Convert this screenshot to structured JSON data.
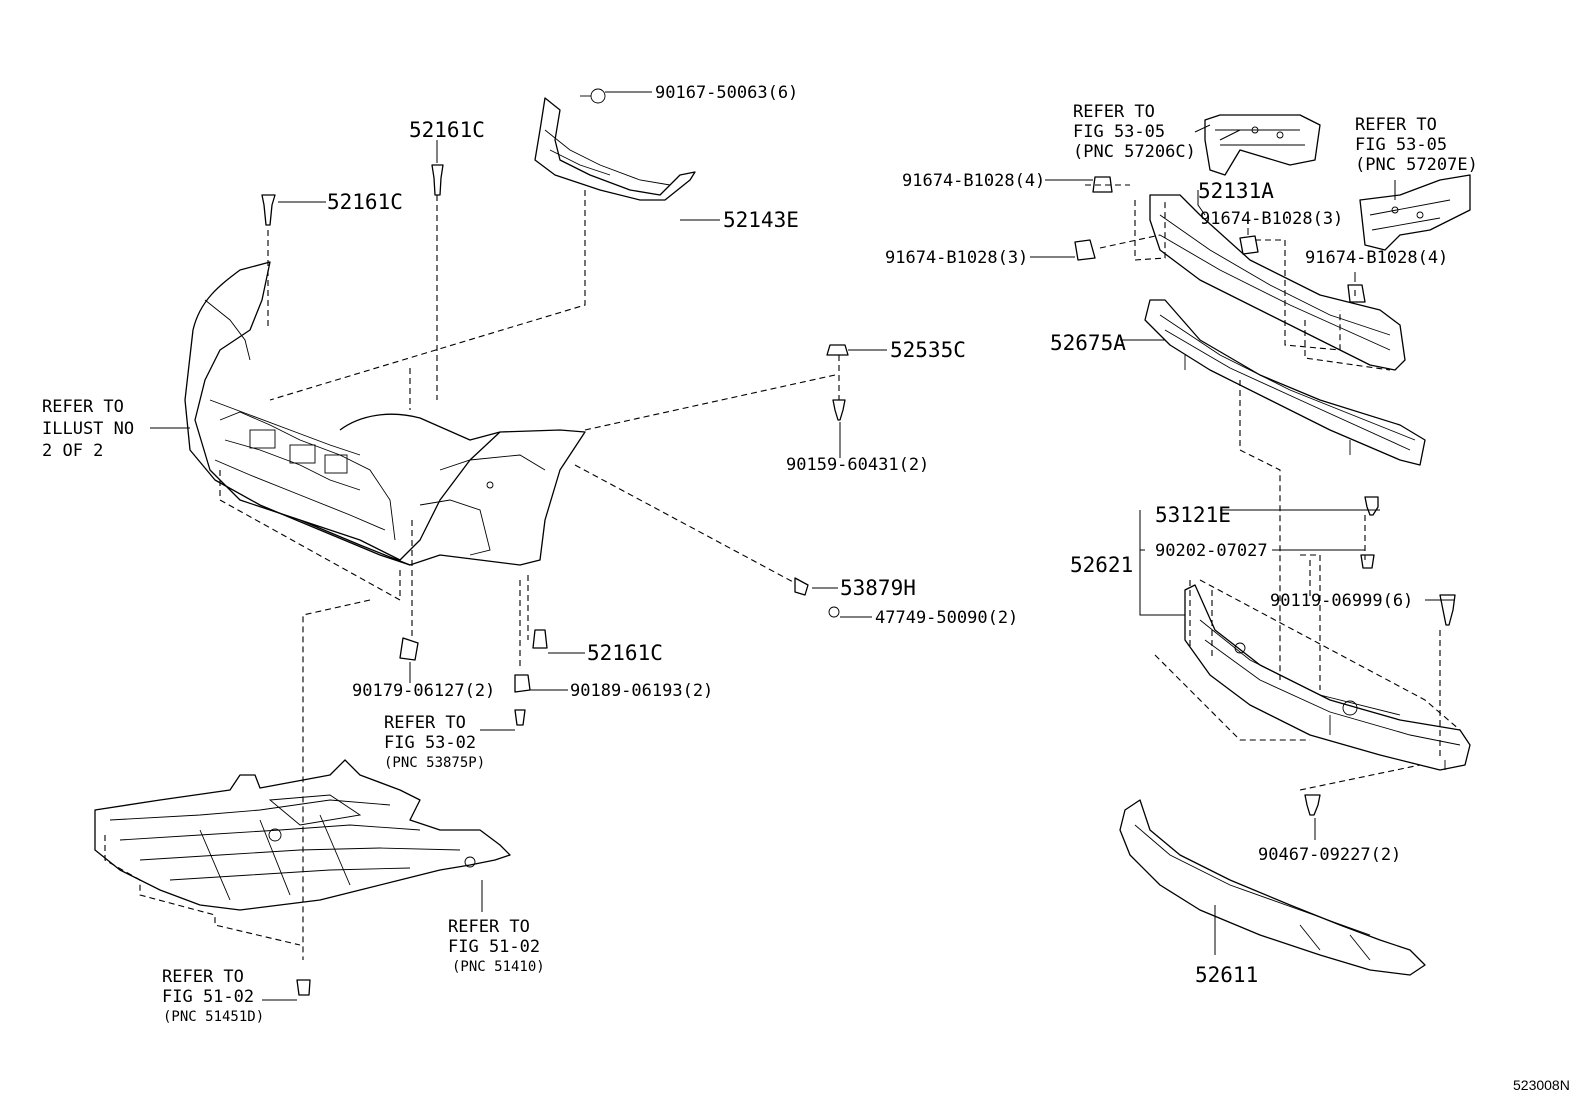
{
  "diagram_id": "523008N",
  "labels": {
    "p_90167": "90167-50063(6)",
    "p_52161c_top": "52161C",
    "p_52161c_left": "52161C",
    "p_52143e": "52143E",
    "p_52535c": "52535C",
    "p_90159": "90159-60431(2)",
    "p_53879h": "53879H",
    "p_47749": "47749-50090(2)",
    "p_52161c_bottom": "52161C",
    "p_90189": "90189-06193(2)",
    "p_90179": "90179-06127(2)",
    "p_52131a": "52131A",
    "p_52675a": "52675A",
    "p_53121e": "53121E",
    "p_52621": "52621",
    "p_90202": "90202-07027",
    "p_90119": "90119-06999(6)",
    "p_90467": "90467-09227(2)",
    "p_52611": "52611",
    "p_91674_a": "91674-B1028(4)",
    "p_91674_b": "91674-B1028(3)",
    "p_91674_c": "91674-B1028(3)",
    "p_91674_d": "91674-B1028(4)"
  },
  "refs": {
    "illust": [
      "REFER TO",
      "ILLUST NO",
      "2 OF 2"
    ],
    "fig5302": [
      "REFER TO",
      "FIG 53-02",
      "(PNC 53875P)"
    ],
    "fig5102_a": [
      "REFER TO",
      "FIG 51-02",
      "(PNC 51410)"
    ],
    "fig5102_b": [
      "REFER TO",
      "FIG 51-02",
      "(PNC 51451D)"
    ],
    "fig5305_a": [
      "REFER TO",
      "FIG 53-05",
      "(PNC 57206C)"
    ],
    "fig5305_b": [
      "REFER TO",
      "FIG 53-05",
      "(PNC 57207E)"
    ]
  }
}
